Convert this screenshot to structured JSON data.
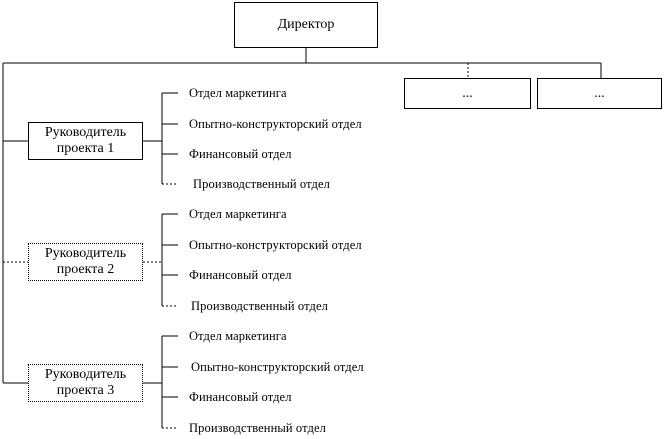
{
  "director": {
    "label": "Директор"
  },
  "placeholders": [
    "...",
    "..."
  ],
  "managers": [
    {
      "line1": "Руководитель",
      "line2": "проекта 1",
      "departments": [
        "Отдел маркетинга",
        "Опытно-конструкторский отдел",
        "Финансовый отдел",
        "Производственный отдел"
      ]
    },
    {
      "line1": "Руководитель",
      "line2": "проекта 2",
      "departments": [
        "Отдел маркетинга",
        "Опытно-конструкторский отдел",
        "Финансовый отдел",
        "Производственный отдел"
      ]
    },
    {
      "line1": "Руководитель",
      "line2": "проекта 3",
      "departments": [
        "Отдел маркетинга",
        "Опытно-конструкторский отдел",
        "Финансовый отдел",
        "Производственный отдел"
      ]
    }
  ]
}
